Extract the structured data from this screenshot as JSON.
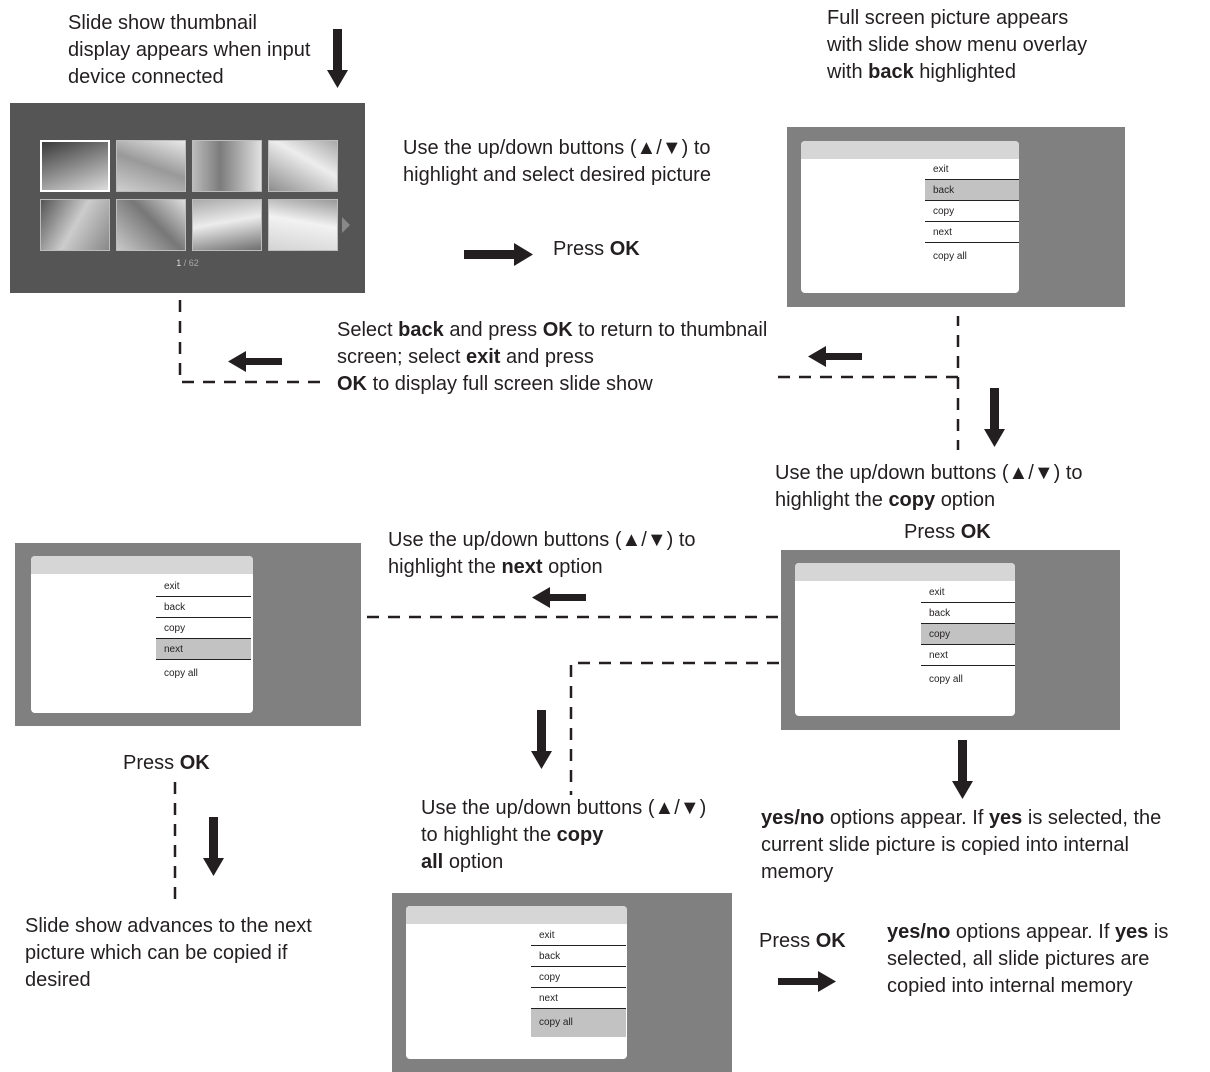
{
  "thumbnail_screen": {
    "pager_current": "1",
    "pager_total": "/ 62"
  },
  "step1": {
    "text": "Slide show thumbnail display appears when input device connected"
  },
  "step2": {
    "text": "Use the up/down buttons (▲/▼) to highlight and select desired picture",
    "press": "Press",
    "ok": "OK"
  },
  "step3": {
    "text_a": "Full screen picture appears with slide show menu overlay with",
    "back": "back",
    "text_b": "highlighted"
  },
  "return_note": {
    "select": "Select",
    "back": "back",
    "and_press": "and press",
    "ok": "OK",
    "to_return": "to return to thumbnail screen; select",
    "exit": "exit",
    "and_press_2": "and press",
    "ok_2": "OK",
    "to_display": "to display full screen slide show"
  },
  "step4": {
    "text_a": "Use the up/down buttons (▲/▼) to highlight the",
    "copy": "copy",
    "text_b": "option",
    "press": "Press",
    "ok": "OK"
  },
  "step5": {
    "text_a": "Use the up/down buttons (▲/▼) to highlight the",
    "next": "next",
    "text_b": "option",
    "press": "Press",
    "ok": "OK"
  },
  "step6": {
    "text": "Slide show advances to the next picture which can be copied if desired"
  },
  "step7": {
    "yesno": "yes/no",
    "text_a": "options appear. If",
    "yes": "yes",
    "text_b": "is selected, the current slide picture is copied into internal memory"
  },
  "step8": {
    "text_a": "Use the up/down buttons (▲/▼) to highlight the",
    "copy_word": "copy",
    "all_word": "all",
    "text_b": "option"
  },
  "step9": {
    "press": "Press",
    "ok": "OK",
    "yesno": "yes/no",
    "text_a": "options appear. If",
    "yes": "yes",
    "text_b": "is selected, all slide pictures are copied into internal memory"
  },
  "menu_items": [
    "exit",
    "back",
    "copy",
    "next",
    "copy all"
  ],
  "highlights": {
    "menu_back": "back",
    "menu_copy": "copy",
    "menu_next": "next",
    "menu_copy_all": "copy all"
  },
  "colors": {
    "screen": "#808080",
    "thumb_screen": "#555555",
    "highlight": "#c2c2c2",
    "text": "#231f20"
  }
}
